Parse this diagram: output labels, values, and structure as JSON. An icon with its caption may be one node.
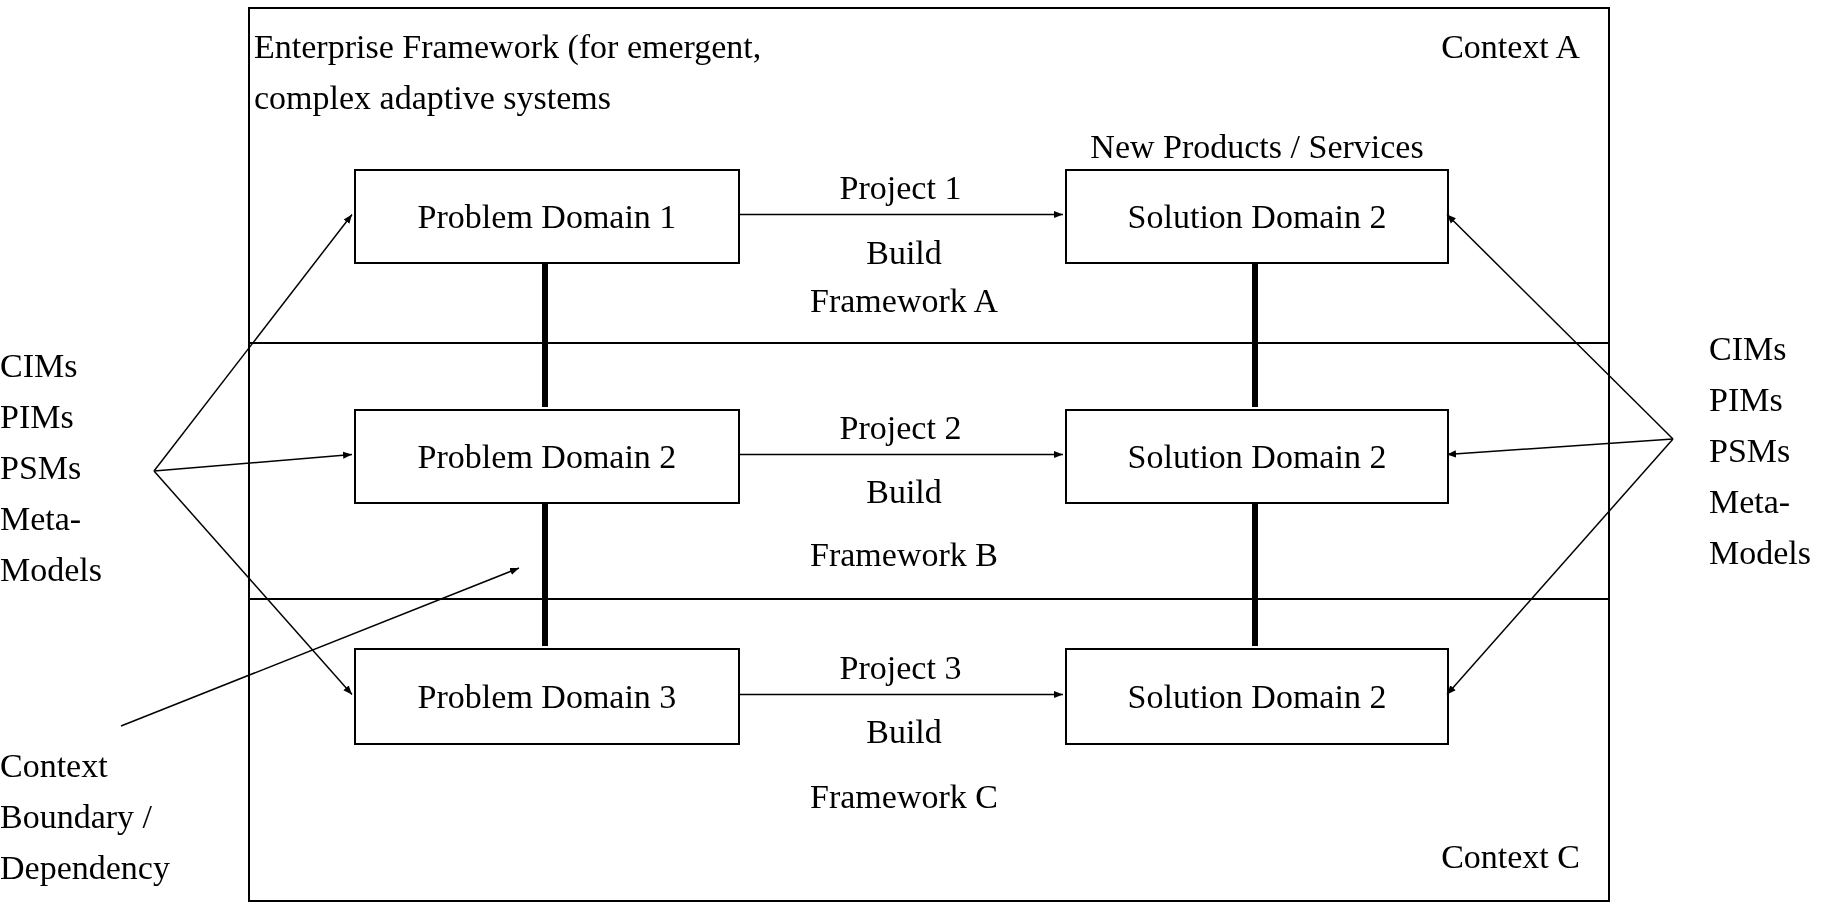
{
  "diagram": {
    "nodes": [
      {
        "text": [
          "Enterprise Framework (for emergent, complex adaptive systems",
          "Context A",
          "Context C"
        ]
      },
      {
        "text": [
          "Problem Domain 1"
        ],
        "in": 0
      },
      {
        "text": [
          "Solution Domain 2"
        ],
        "in": 0,
        "beside": [
          "New Products / Services"
        ]
      },
      {
        "text": [
          "Problem Domain 2"
        ],
        "in": 0
      },
      {
        "text": [
          "Solution Domain 2"
        ],
        "in": 0
      },
      {
        "text": [
          "Problem Domain 3"
        ],
        "in": 0
      },
      {
        "text": [
          "Solution Domain 2"
        ],
        "in": 0
      },
      {
        "text": [
          "CIMs PIMs PSMs Meta-Models"
        ]
      },
      {
        "text": [
          "CIMs PIMs PSMs Meta-Models"
        ]
      },
      {
        "text": [
          "Context Boundary / Dependency"
        ]
      }
    ],
    "edges": [
      {
        "from": 1,
        "to": 2,
        "arrow": "to",
        "label": "Project 1"
      },
      {
        "from": 3,
        "to": 4,
        "arrow": "to",
        "label": "Project 2"
      },
      {
        "from": 5,
        "to": 6,
        "arrow": "to",
        "label": "Project 3"
      },
      {
        "from": 1,
        "to": 3,
        "arrow": "none",
        "style": "thick"
      },
      {
        "from": 3,
        "to": 5,
        "arrow": "none",
        "style": "thick"
      },
      {
        "from": 2,
        "to": 4,
        "arrow": "none",
        "style": "thick"
      },
      {
        "from": 4,
        "to": 6,
        "arrow": "none",
        "style": "thick"
      },
      {
        "from": 7,
        "to": 1,
        "arrow": "to"
      },
      {
        "from": 7,
        "to": 3,
        "arrow": "to"
      },
      {
        "from": 7,
        "to": 5,
        "arrow": "to"
      },
      {
        "from": 8,
        "to": 2,
        "arrow": "to"
      },
      {
        "from": 8,
        "to": 4,
        "arrow": "to"
      },
      {
        "from": 8,
        "to": 6,
        "arrow": "to"
      },
      {
        "from": 9,
        "to": null,
        "arrow": "to"
      }
    ],
    "labels": [
      "Build",
      "Framework A",
      "Build",
      "Framework B",
      "Build",
      "Framework C"
    ]
  }
}
